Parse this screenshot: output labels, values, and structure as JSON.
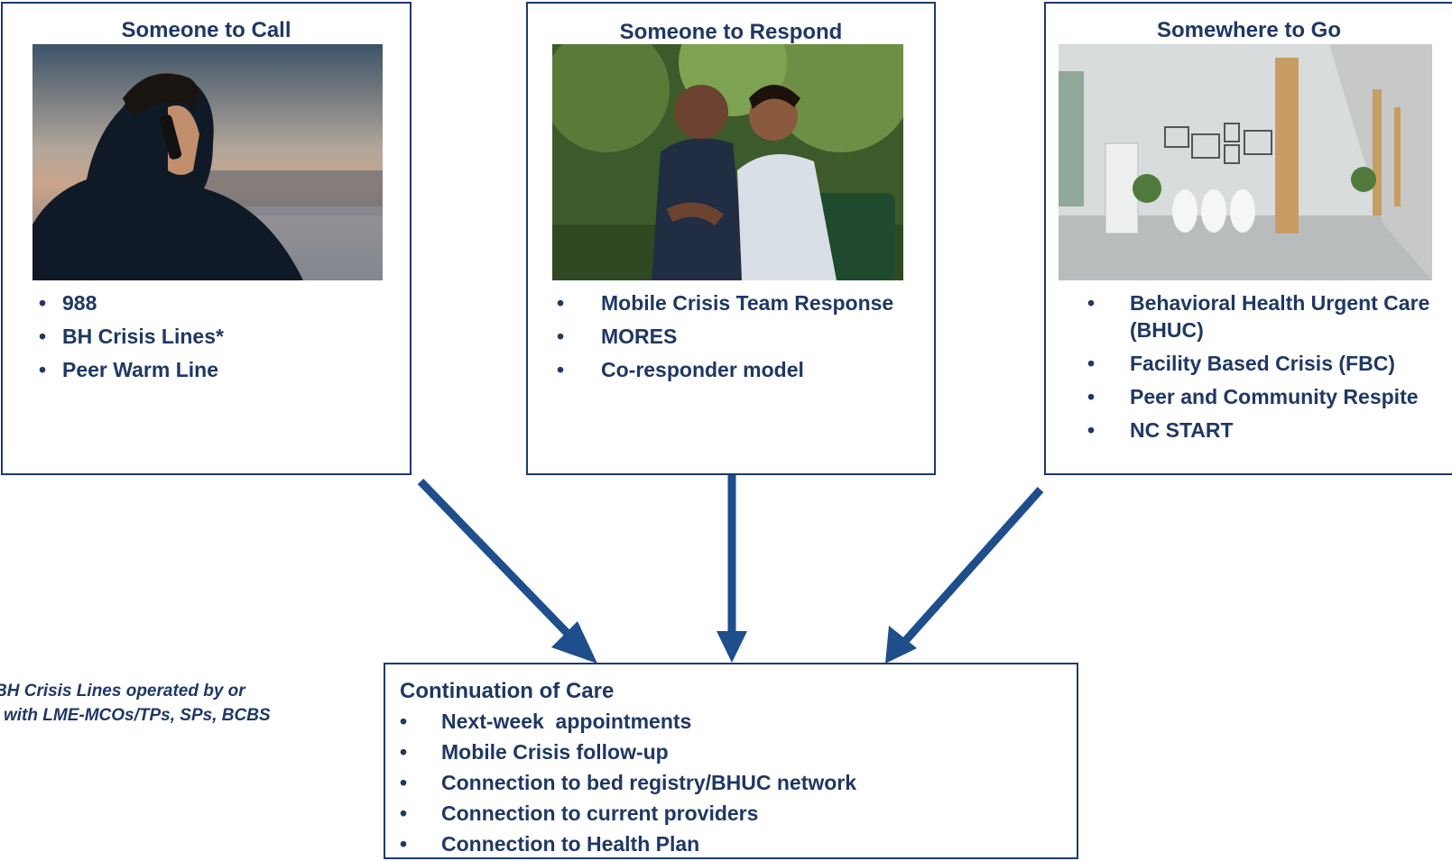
{
  "boxes": {
    "call": {
      "title": "Someone to Call",
      "items": [
        "988",
        "BH Crisis Lines*",
        "Peer Warm Line"
      ]
    },
    "respond": {
      "title": "Someone to Respond",
      "items": [
        "Mobile Crisis Team Response",
        "MORES",
        "Co-responder model"
      ]
    },
    "go": {
      "title": "Somewhere to Go",
      "items": [
        "Behavioral Health Urgent Care (BHUC)",
        "Facility Based Crisis (FBC)",
        "Peer and Community Respite",
        "NC START"
      ]
    }
  },
  "continuation": {
    "title": "Continuation of Care",
    "items": [
      "Next-week  appointments",
      "Mobile Crisis follow-up",
      "Connection to bed registry/BHUC network",
      "Connection to current providers",
      "Connection to Health Plan"
    ]
  },
  "footnote": {
    "line1": "BH Crisis Lines operated by or",
    "line2": "with LME-MCOs/TPs, SPs, BCBS"
  },
  "colors": {
    "navy": "#1f3864",
    "arrow": "#1f4e8c",
    "border": "#1f3a6b"
  }
}
